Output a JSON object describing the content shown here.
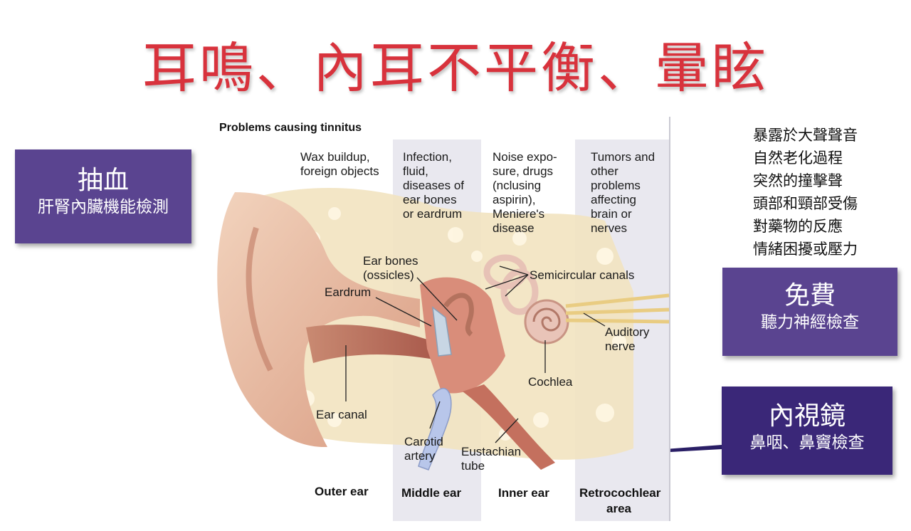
{
  "title": "耳鳴、內耳不平衡、暈眩",
  "boxes": {
    "blood": {
      "main": "抽血",
      "sub": "肝腎內臟機能檢測"
    },
    "hearing": {
      "main": "免費",
      "sub": "聽力神經檢查"
    },
    "endoscope": {
      "main": "內視鏡",
      "sub": "鼻咽、鼻竇檢查"
    }
  },
  "causes": [
    "暴露於大聲聲音",
    "自然老化過程",
    "突然的撞擊聲",
    "頭部和頸部受傷",
    "對藥物的反應",
    "情緒困擾或壓力"
  ],
  "diagram": {
    "heading": "Problems causing tinnitus",
    "col1": [
      "Wax buildup,",
      "foreign objects"
    ],
    "col2": [
      "Infection,",
      "fluid,",
      "diseases of",
      "ear bones",
      "or eardrum"
    ],
    "col3": [
      "Noise expo-",
      "sure, drugs",
      "(nclusing",
      "aspirin),",
      "Meniere's",
      "disease"
    ],
    "col4": [
      "Tumors and",
      "other",
      "problems",
      "affecting",
      "brain or",
      "nerves"
    ],
    "labels": {
      "ear_bones": [
        "Ear bones",
        "(ossicles)"
      ],
      "semicircular": "Semicircular canals",
      "eardrum": "Eardrum",
      "auditory": [
        "Auditory",
        "nerve"
      ],
      "cochlea": "Cochlea",
      "ear_canal": "Ear canal",
      "carotid": [
        "Carotid",
        "artery"
      ],
      "eustachian": [
        "Eustachian",
        "tube"
      ]
    },
    "sections": {
      "outer": "Outer ear",
      "middle": "Middle ear",
      "inner": "Inner ear",
      "retro": [
        "Retrocochlear",
        "area"
      ]
    }
  },
  "colors": {
    "title": "#d8323c",
    "box_purple": "#5a4490",
    "box_dark": "#3a2778"
  }
}
